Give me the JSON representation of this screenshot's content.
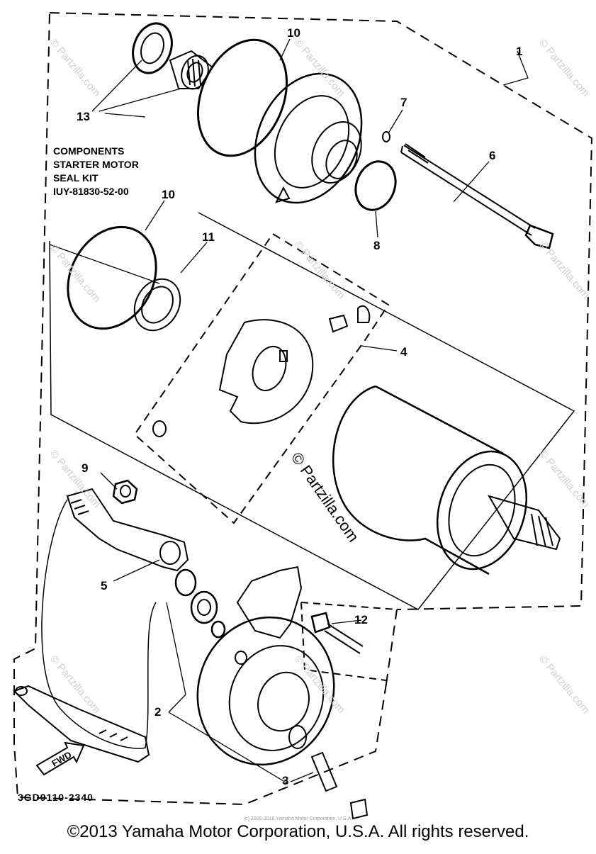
{
  "diagram": {
    "callouts": {
      "c1": "1",
      "c2": "2",
      "c3": "3",
      "c4": "4",
      "c5": "5",
      "c6": "6",
      "c7": "7",
      "c8": "8",
      "c9": "9",
      "c10a": "10",
      "c10b": "10",
      "c11": "11",
      "c12": "12",
      "c13": "13"
    },
    "kit_note": [
      "COMPONENTS",
      "STARTER MOTOR",
      "SEAL KIT",
      "IUY-81830-52-00"
    ],
    "fwd_label": "FWD",
    "drawing_code": "3GD9110-2340",
    "watermark": "© Partzilla.com",
    "center_watermark": "© Partzilla.com"
  },
  "footer": {
    "small_note": "(c) 2005-2016 Yamaha Motor Corporation, U.S.A.",
    "copyright": "©2013 Yamaha Motor Corporation, U.S.A. All rights reserved."
  }
}
